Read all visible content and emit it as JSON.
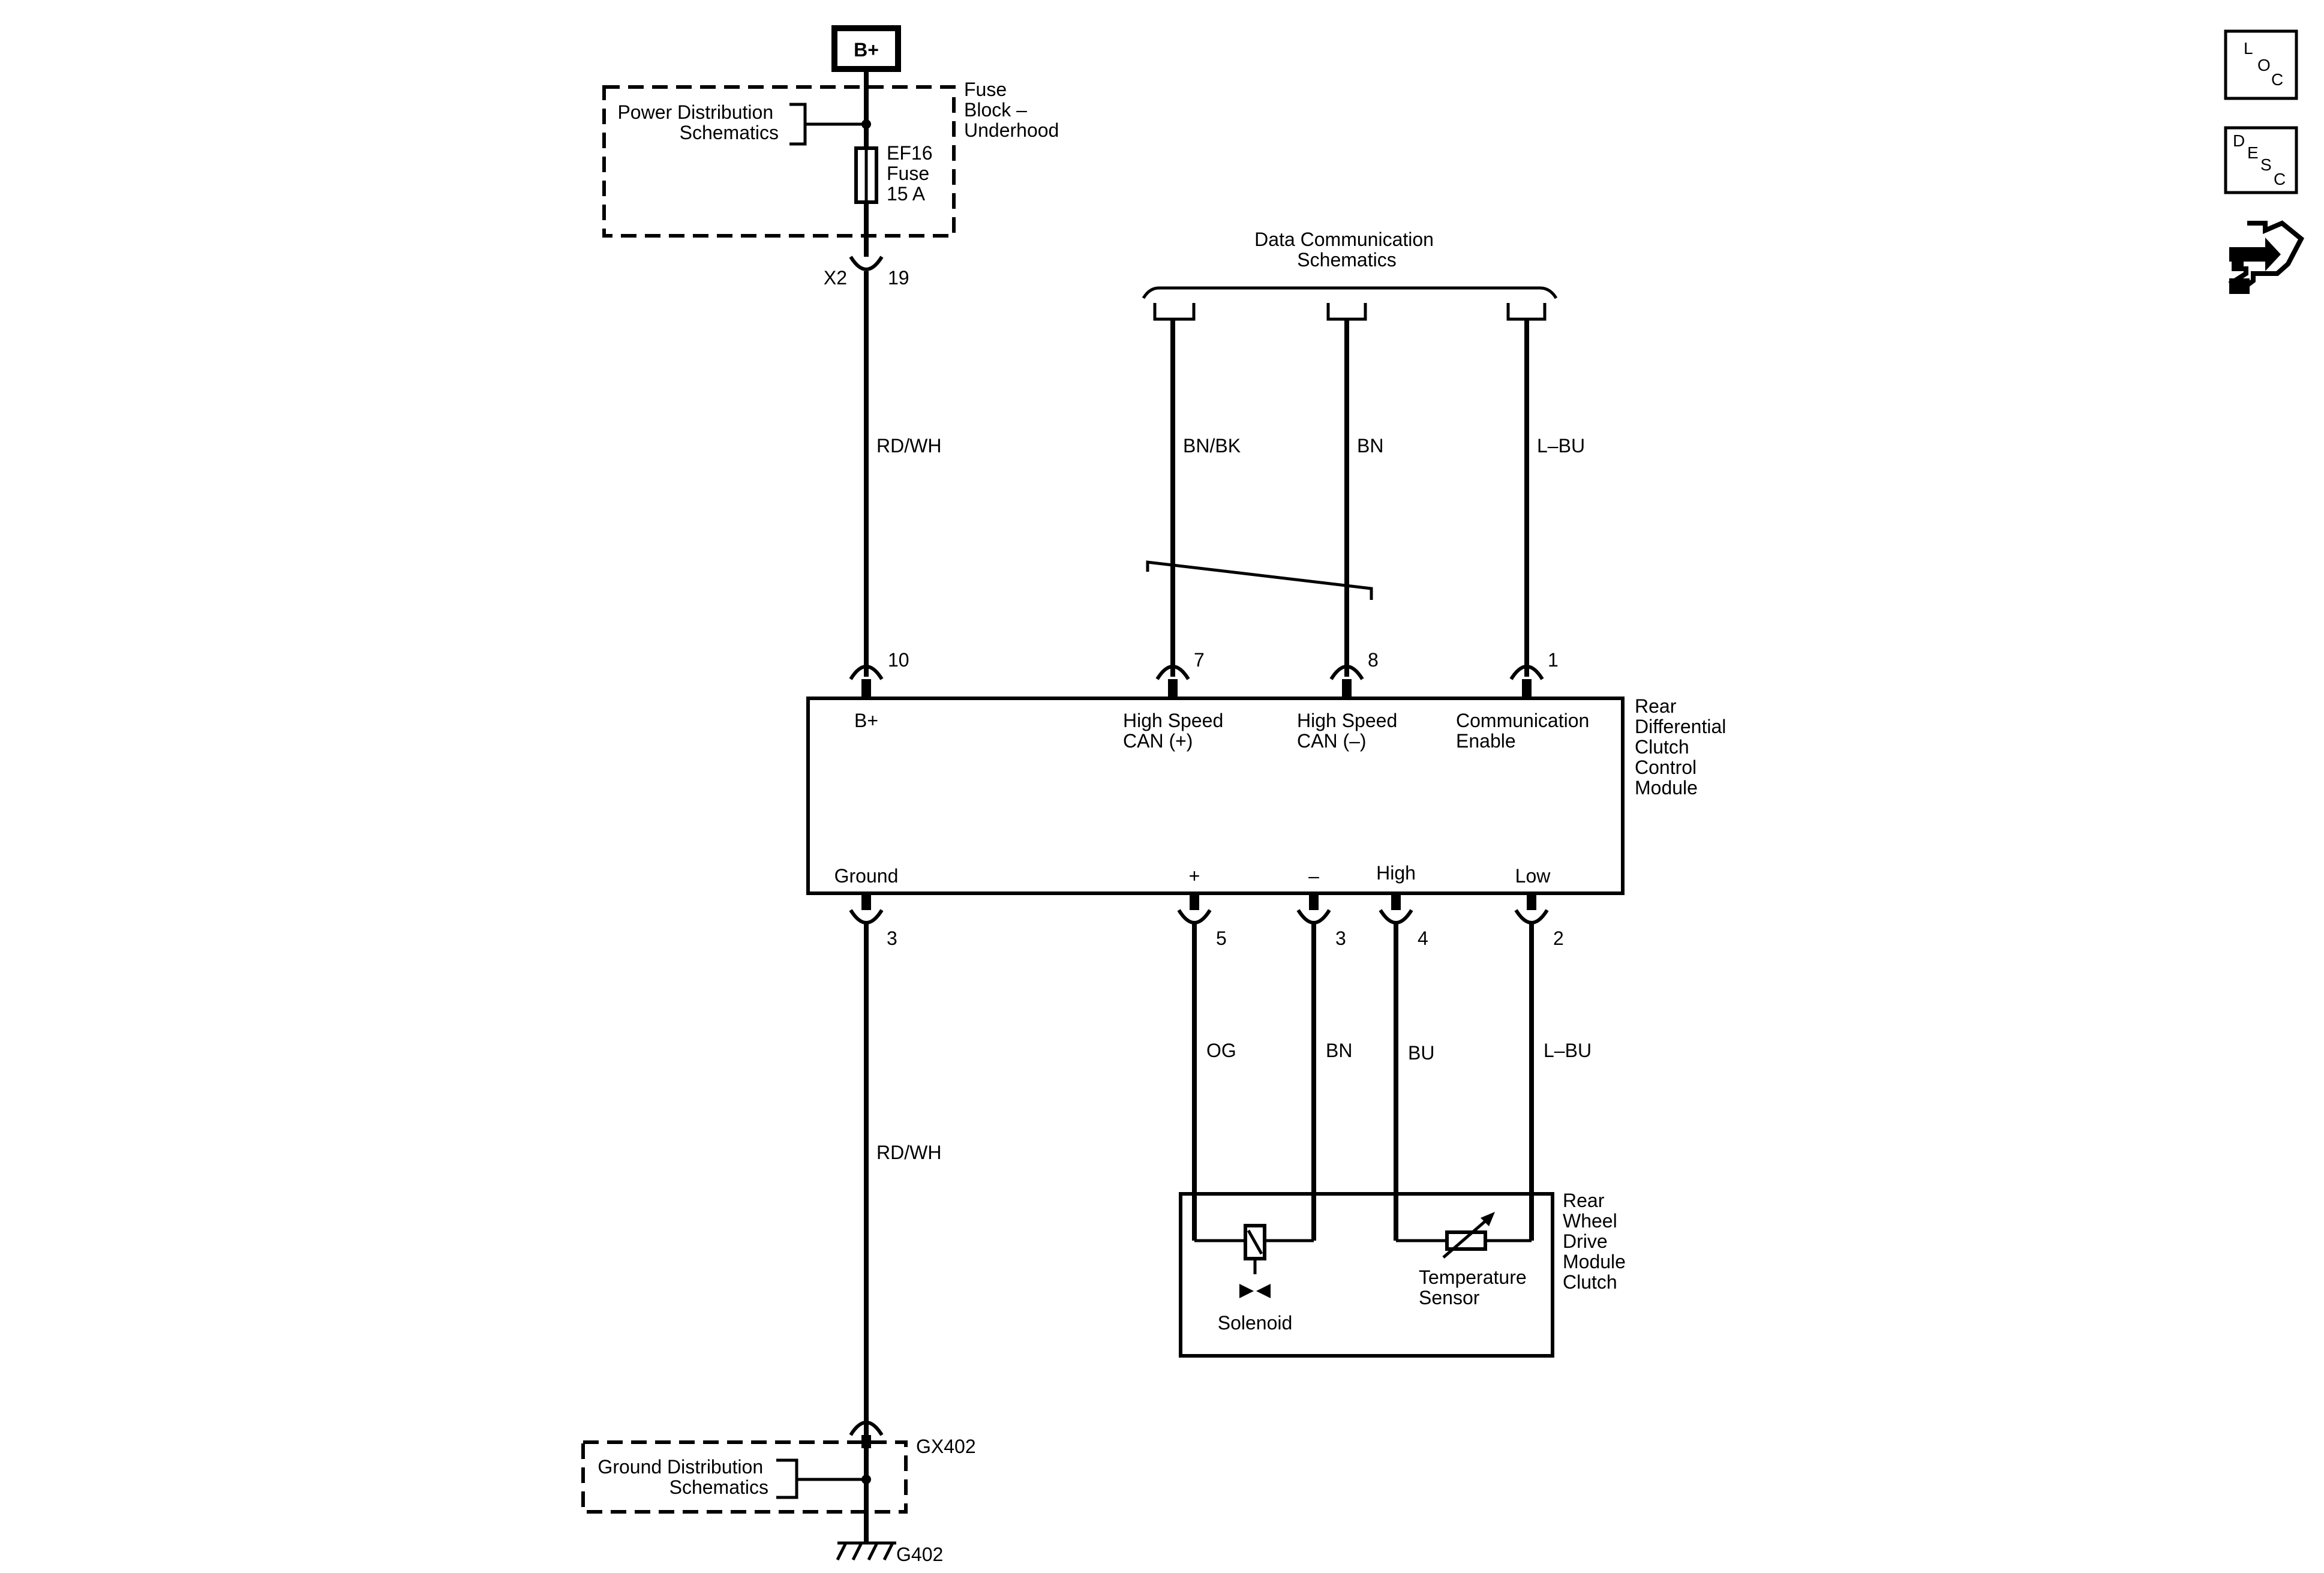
{
  "supply": {
    "battery_label": "B+",
    "fuse_block_label": [
      "Fuse",
      "Block –",
      "Underhood"
    ],
    "power_dist_label": [
      "Power Distribution",
      "Schematics"
    ],
    "fuse_label": [
      "EF16",
      "Fuse",
      "15 A"
    ],
    "connector_name": "X2",
    "connector_pin": "19",
    "wire_color": "RD/WH"
  },
  "data_comm": {
    "label": [
      "Data Communication",
      "Schematics"
    ],
    "wires": [
      {
        "color": "BN/BK",
        "pin": "7",
        "function": [
          "High Speed",
          "CAN (+)"
        ]
      },
      {
        "color": "BN",
        "pin": "8",
        "function": [
          "High Speed",
          "CAN (–)"
        ]
      },
      {
        "color": "L–BU",
        "pin": "1",
        "function": [
          "Communication",
          "Enable"
        ]
      }
    ]
  },
  "control_module": {
    "name": [
      "Rear",
      "Differential",
      "Clutch",
      "Control",
      "Module"
    ],
    "bplus_pin": "10",
    "bplus_label": "B+",
    "ground_label": "Ground",
    "ground_pin": "3",
    "bottom_terminals": [
      {
        "label": "+",
        "pin": "5",
        "color": "OG"
      },
      {
        "label": "–",
        "pin": "3",
        "color": "BN"
      },
      {
        "label": "High",
        "pin": "4",
        "color": "BU"
      },
      {
        "label": "Low",
        "pin": "2",
        "color": "L–BU"
      }
    ]
  },
  "clutch_module": {
    "name": [
      "Rear",
      "Wheel",
      "Drive",
      "Module",
      "Clutch"
    ],
    "solenoid_label": "Solenoid",
    "temp_sensor_label": [
      "Temperature",
      "Sensor"
    ]
  },
  "ground": {
    "wire_color": "RD/WH",
    "ground_dist_label": [
      "Ground Distribution",
      "Schematics"
    ],
    "splice_label": "GX402",
    "ground_label": "G402"
  },
  "side_icons": [
    {
      "name": "location-icon",
      "letters": [
        "L",
        "O",
        "C"
      ]
    },
    {
      "name": "description-icon",
      "letters": [
        "D",
        "E",
        "S",
        "C"
      ]
    },
    {
      "name": "connector-view-icon"
    }
  ]
}
